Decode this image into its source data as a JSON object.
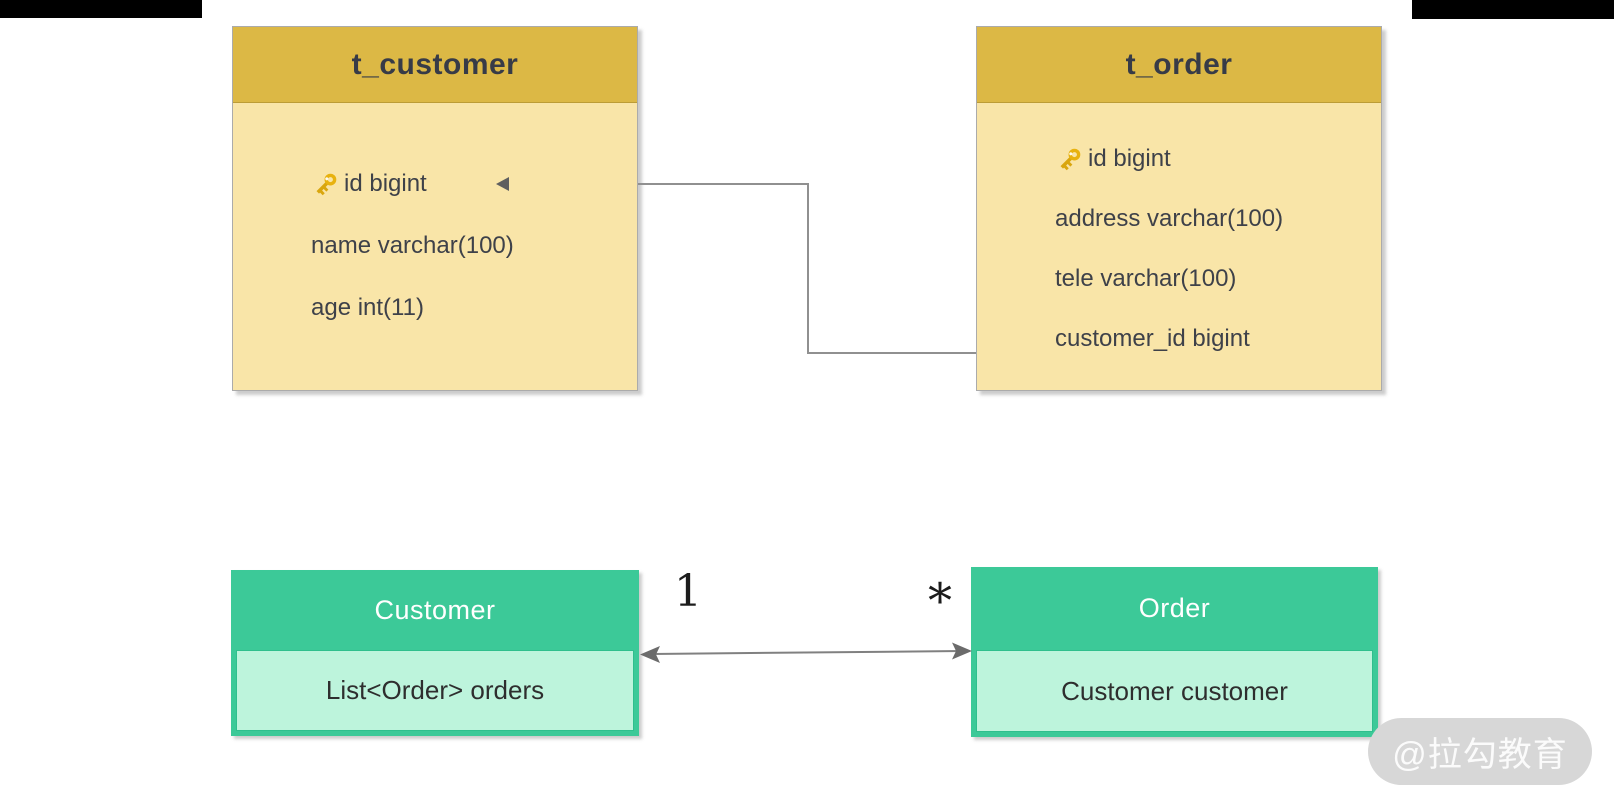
{
  "er_tables": [
    {
      "name": "t_customer",
      "fields": [
        {
          "text": "id bigint",
          "primary_key": true
        },
        {
          "text": "name varchar(100)",
          "primary_key": false
        },
        {
          "text": "age int(11)",
          "primary_key": false
        }
      ]
    },
    {
      "name": "t_order",
      "fields": [
        {
          "text": "id bigint",
          "primary_key": true
        },
        {
          "text": "address varchar(100)",
          "primary_key": false
        },
        {
          "text": "tele varchar(100)",
          "primary_key": false
        },
        {
          "text": "customer_id bigint",
          "primary_key": false
        }
      ]
    }
  ],
  "uml_classes": [
    {
      "name": "Customer",
      "attribute": "List<Order> orders"
    },
    {
      "name": "Order",
      "attribute": "Customer customer"
    }
  ],
  "relationship": {
    "from_multiplicity": "1",
    "to_multiplicity": "*"
  },
  "watermark": {
    "text": "@拉勾教育"
  },
  "icons": {
    "primary_key": "key-icon",
    "fk_marker": "left-triangle-marker"
  },
  "colors": {
    "table_header_gold": "#DCB845",
    "table_body_yellow": "#F9E5A8",
    "class_header_green": "#3CC998",
    "class_body_green": "#BDF4DC",
    "connector_gray": "#909090",
    "text_dark": "#3E4149",
    "header_text_dark": "#373B47",
    "class_header_text": "#FFFFFF",
    "watermark_bg": "#D7D7D7"
  }
}
